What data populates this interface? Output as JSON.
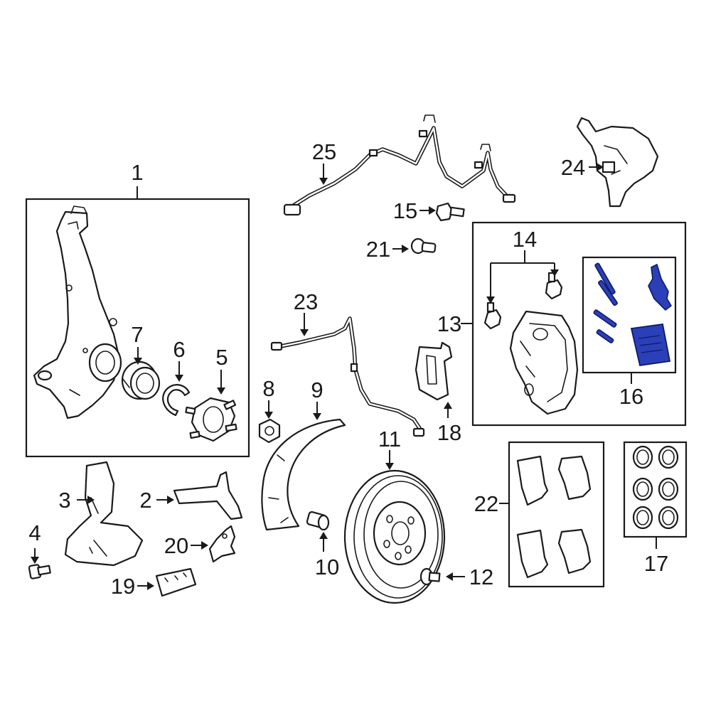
{
  "callouts": {
    "c1": "1",
    "c2": "2",
    "c3": "3",
    "c4": "4",
    "c5": "5",
    "c6": "6",
    "c7": "7",
    "c8": "8",
    "c9": "9",
    "c10": "10",
    "c11": "11",
    "c12": "12",
    "c13": "13",
    "c14": "14",
    "c15": "15",
    "c16": "16",
    "c17": "17",
    "c18": "18",
    "c19": "19",
    "c20": "20",
    "c21": "21",
    "c22": "22",
    "c23": "23",
    "c24": "24",
    "c25": "25"
  },
  "colors": {
    "line": "#1a1a1a",
    "highlight": "#2b3fb8",
    "background": "#ffffff"
  }
}
